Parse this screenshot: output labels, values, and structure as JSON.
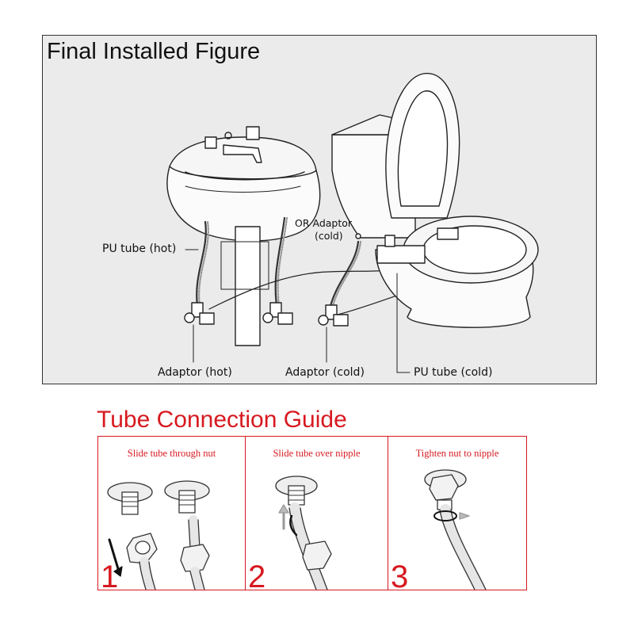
{
  "top": {
    "title": "Final Installed Figure",
    "labels": {
      "pu_hot": "PU tube (hot)",
      "or_adaptor_1": "OR Adaptor",
      "or_adaptor_2": "(cold)",
      "adaptor_hot": "Adaptor (hot)",
      "adaptor_cold": "Adaptor (cold)",
      "pu_cold": "PU tube (cold)"
    }
  },
  "guide": {
    "title": "Tube Connection Guide",
    "steps": [
      {
        "number": "1",
        "caption": "Slide tube through nut"
      },
      {
        "number": "2",
        "caption": "Slide tube over nipple"
      },
      {
        "number": "3",
        "caption": "Tighten nut to nipple"
      }
    ]
  },
  "colors": {
    "accent": "#d71920",
    "panel_bg": "#ebebeb",
    "line": "#222222"
  }
}
